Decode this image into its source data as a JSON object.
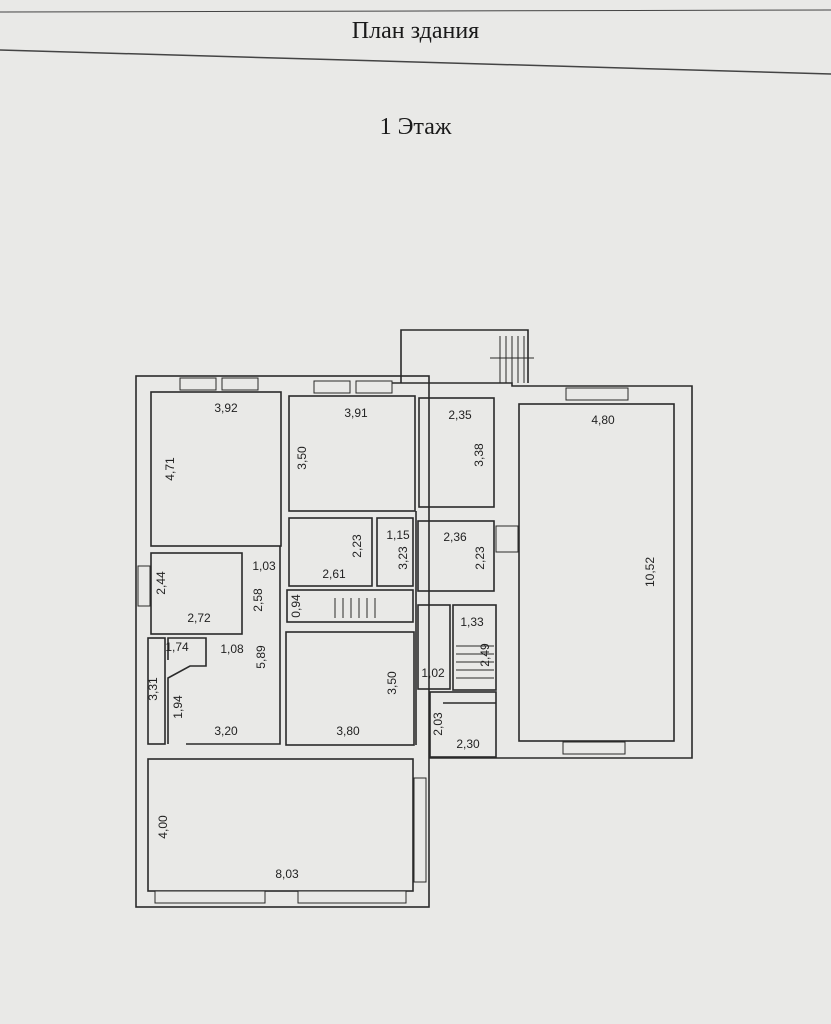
{
  "header": {
    "title": "План здания"
  },
  "floor": {
    "title": "1 Этаж"
  },
  "colors": {
    "background": "#e9e9e7",
    "lines": "#2a2a2a"
  },
  "dimensions": {
    "r1_width": "3,92",
    "r1_height": "4,71",
    "r2_width": "3,91",
    "r2_height": "3,50",
    "r3_width": "2,35",
    "r3_height": "3,38",
    "r4_width": "4,80",
    "r4_height": "10,52",
    "r5_width": "2,61",
    "r5_height": "2,23",
    "r6_width": "1,15",
    "r6_height": "3,23",
    "r7_width": "2,36",
    "r7_height": "2,23",
    "r8_width": "2,72",
    "r8_height": "2,44",
    "r9_width": "1,03",
    "r9_height": "2,58",
    "stair_a": "0,94",
    "r10_width": "1,33",
    "r10_height": "2,49",
    "r11_width": "1,02",
    "r12_width": "1,74",
    "r12_height": "3,31",
    "r13_width": "1,08",
    "r13_height": "1,94",
    "r14_height": "5,89",
    "r14_width": "3,20",
    "r15_width": "3,80",
    "r15_height": "3,50",
    "r16_width": "2,30",
    "r16_height": "2,03",
    "r17_width": "8,03",
    "r17_height": "4,00"
  }
}
